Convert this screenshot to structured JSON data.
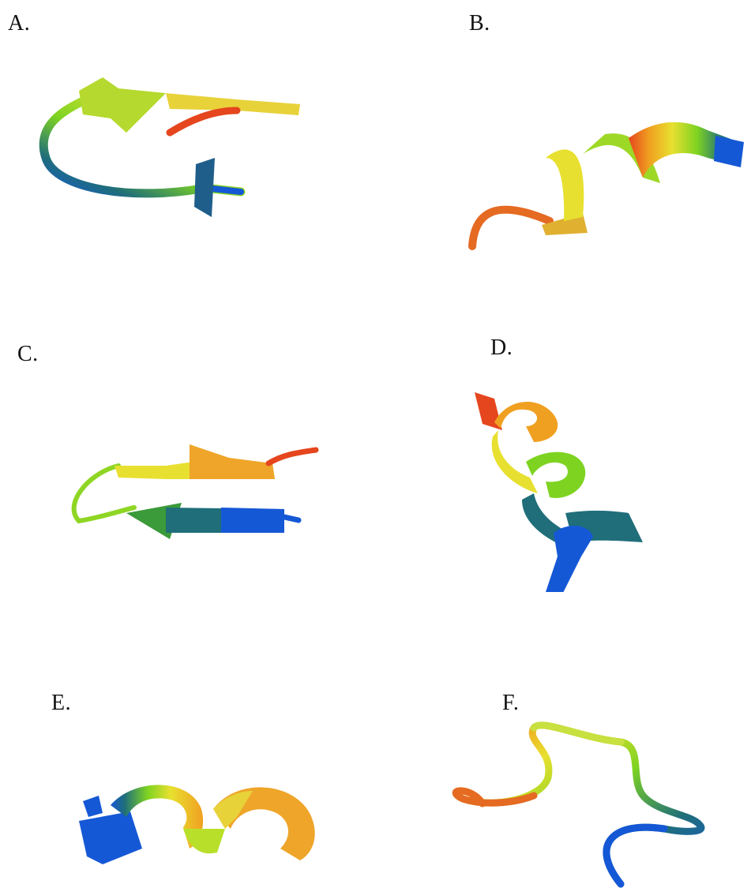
{
  "panels": [
    {
      "id": "A",
      "label": "A.",
      "structure": "beta-hairpin-with-loop"
    },
    {
      "id": "B",
      "label": "B.",
      "structure": "alpha-helix"
    },
    {
      "id": "C",
      "label": "C.",
      "structure": "beta-hairpin"
    },
    {
      "id": "D",
      "label": "D.",
      "structure": "alpha-helix"
    },
    {
      "id": "E",
      "label": "E.",
      "structure": "alpha-helix"
    },
    {
      "id": "F",
      "label": "F.",
      "structure": "random-coil"
    }
  ],
  "colors": {
    "blue": "#1558d6",
    "teal": "#1f6e7a",
    "green": "#7ed321",
    "lime": "#b8e02a",
    "yellow": "#f0e030",
    "orange": "#f0a020",
    "red": "#e5461e"
  }
}
